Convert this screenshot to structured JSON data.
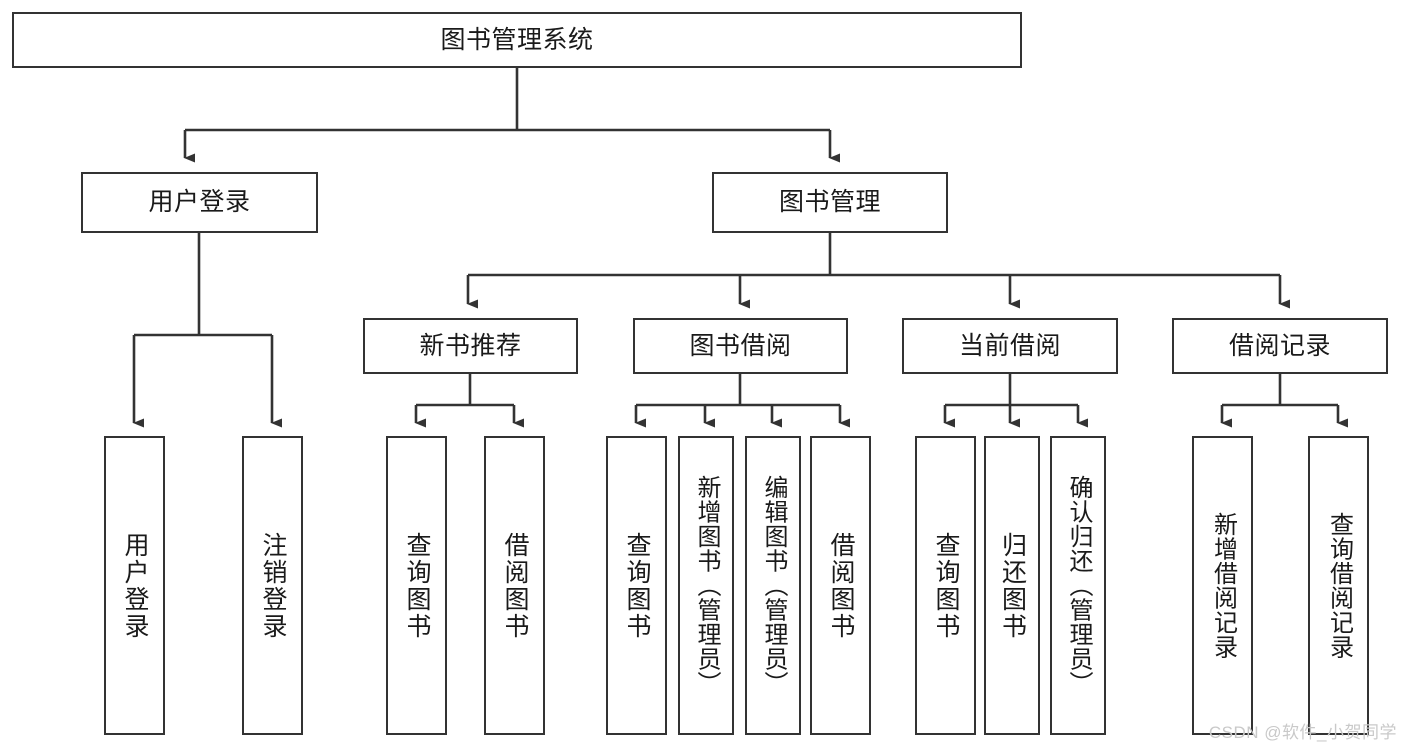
{
  "diagram": {
    "title": "图书管理系统",
    "root": {
      "label": "图书管理系统"
    },
    "level2": [
      {
        "label": "用户登录"
      },
      {
        "label": "图书管理"
      }
    ],
    "level3": [
      {
        "label": "新书推荐"
      },
      {
        "label": "图书借阅"
      },
      {
        "label": "当前借阅"
      },
      {
        "label": "借阅记录"
      }
    ],
    "leaves": {
      "user_login": [
        {
          "label": "用户登录"
        },
        {
          "label": "注销登录"
        }
      ],
      "new_book": [
        {
          "label": "查询图书"
        },
        {
          "label": "借阅图书"
        }
      ],
      "borrow": [
        {
          "label": "查询图书"
        },
        {
          "label": "新增图书（管理员）"
        },
        {
          "label": "编辑图书（管理员）"
        },
        {
          "label": "借阅图书"
        }
      ],
      "current": [
        {
          "label": "查询图书"
        },
        {
          "label": "归还图书"
        },
        {
          "label": "确认归还（管理员）"
        }
      ],
      "records": [
        {
          "label": "新增借阅记录"
        },
        {
          "label": "查询借阅记录"
        }
      ]
    }
  },
  "watermark": {
    "text": "CSDN @软件_小贺同学"
  },
  "colors": {
    "stroke": "#333333",
    "background": "#ffffff",
    "text": "#1a1a1a",
    "watermark": "#c9c9c9"
  }
}
